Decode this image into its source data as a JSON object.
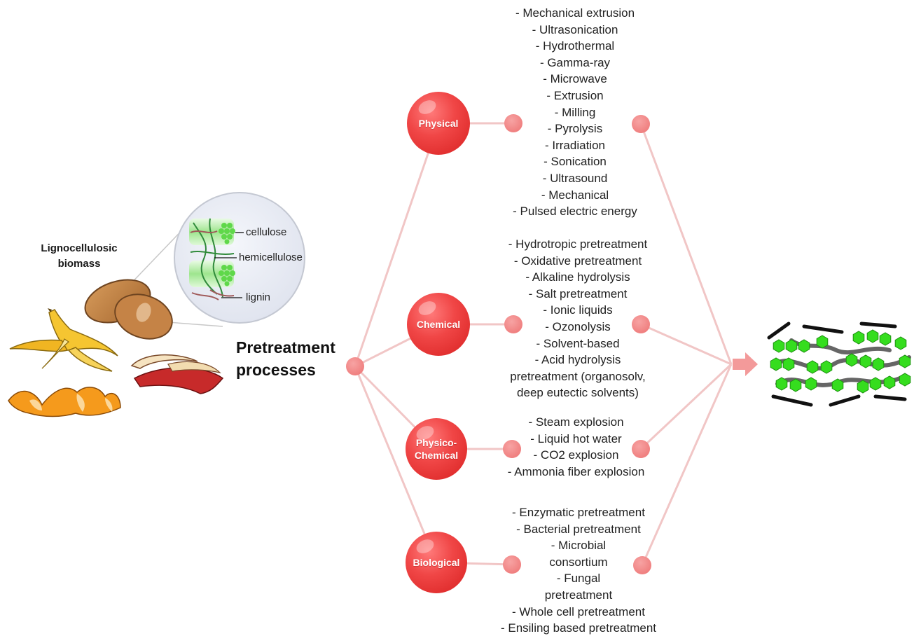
{
  "biomass": {
    "label": "Lignocellulosic biomass",
    "components": {
      "cellulose": "cellulose",
      "hemicellulose": "hemicellulose",
      "lignin": "lignin"
    }
  },
  "title": "Pretreatment processes",
  "colors": {
    "node": "#f04a4a",
    "small_node": "#f28b8b",
    "line": "#f2c4c4",
    "arrow": "#f39a9a",
    "cellulose_green": "#33dd22",
    "lignin_black": "#111111",
    "hemicellulose_gray": "#666666"
  },
  "categories": [
    {
      "name": "Physical",
      "items": [
        "- Mechanical extrusion",
        "- Ultrasonication",
        "- Hydrothermal",
        "- Gamma-ray",
        "- Microwave",
        "- Extrusion",
        "- Milling",
        "- Pyrolysis",
        "- Irradiation",
        "- Sonication",
        "- Ultrasound",
        "- Mechanical",
        "- Pulsed electric energy"
      ]
    },
    {
      "name": "Chemical",
      "items": [
        "- Hydrotropic pretreatment",
        "- Oxidative pretreatment",
        "- Alkaline hydrolysis",
        "- Salt pretreatment",
        "- Ionic liquids",
        "- Ozonolysis",
        "- Solvent-based",
        "- Acid hydrolysis",
        "pretreatment (organosolv,",
        "deep eutectic solvents)"
      ]
    },
    {
      "name": "Physico-Chemical",
      "name_lines": [
        "Physico-",
        "Chemical"
      ],
      "items": [
        "- Steam explosion",
        "- Liquid hot water",
        "- CO2 explosion",
        "- Ammonia fiber explosion"
      ]
    },
    {
      "name": "Biological",
      "items": [
        "- Enzymatic pretreatment",
        "- Bacterial pretreatment",
        "- Microbial",
        "consortium",
        "- Fungal",
        "pretreatment",
        "- Whole cell pretreatment",
        "- Ensiling based pretreatment"
      ]
    }
  ]
}
